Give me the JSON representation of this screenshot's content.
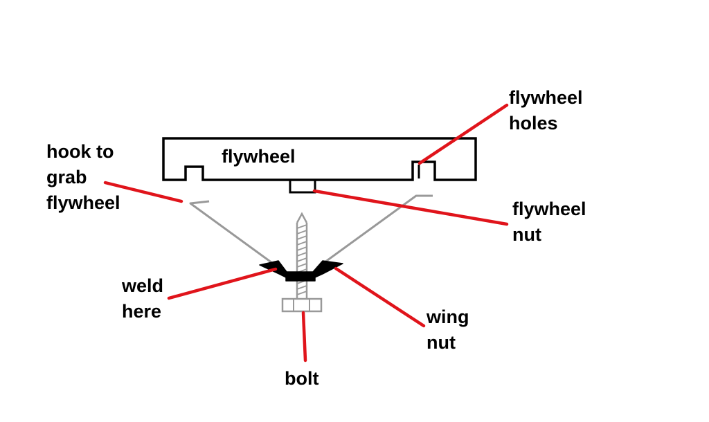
{
  "diagram": {
    "labels": {
      "flywheel": "flywheel",
      "flywheel_holes": [
        "flywheel",
        "holes"
      ],
      "hook": [
        "hook to",
        "grab",
        "flywheel"
      ],
      "flywheel_nut": [
        "flywheel",
        "nut"
      ],
      "weld": [
        "weld",
        "here"
      ],
      "wing_nut": [
        "wing",
        "nut"
      ],
      "bolt": "bolt"
    },
    "colors": {
      "outline": "#000000",
      "leader": "#e0141b",
      "tool": "#999999",
      "background": "#ffffff"
    }
  }
}
